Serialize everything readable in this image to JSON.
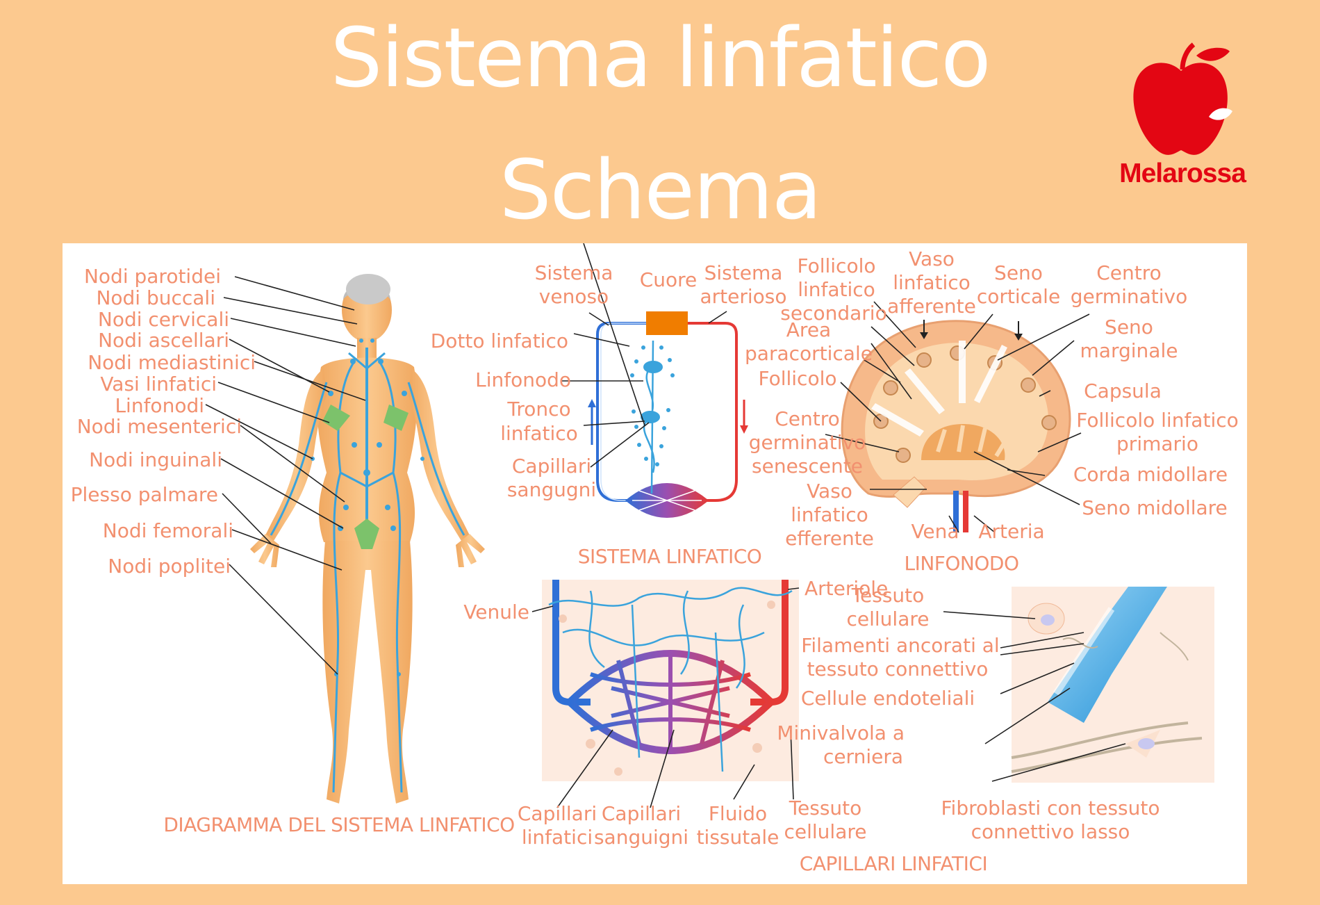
{
  "title": {
    "line1": "Sistema linfatico",
    "line2": "Schema"
  },
  "brand": {
    "name": "Melarossa",
    "color": "#e30613"
  },
  "colors": {
    "background": "#fcc98f",
    "label": "#f2906f",
    "panel": "#ffffff",
    "lymph": "#3aa3dc",
    "artery": "#e53935",
    "vein": "#2f6fd6",
    "heart": "#f07d00"
  },
  "body_diagram": {
    "caption": "DIAGRAMMA DEL SISTEMA LINFATICO",
    "labels": [
      "Nodi parotidei",
      "Nodi buccali",
      "Nodi cervicali",
      "Nodi ascellari",
      "Nodi mediastinici",
      "Vasi linfatici",
      "Linfonodi",
      "Nodi mesenterici",
      "Nodi inguinali",
      "Plesso palmare",
      "Nodi femorali",
      "Nodi poplitei"
    ]
  },
  "system_diagram": {
    "caption": "SISTEMA LINFATICO",
    "sistema_venoso": [
      "Sistema",
      "venoso"
    ],
    "cuore": "Cuore",
    "sistema_arterioso": [
      "Sistema",
      "arterioso"
    ],
    "dotto_linfatico": "Dotto linfatico",
    "linfonodo": "Linfonodo",
    "tronco_linfatico": [
      "Tronco",
      "linfatico"
    ],
    "capillari_sangugni": [
      "Capillari",
      "sangugni"
    ]
  },
  "node_diagram": {
    "caption": "LINFONODO",
    "follicolo_secondario": [
      "Follicolo",
      "linfatico",
      "secondario"
    ],
    "vaso_afferente": [
      "Vaso",
      "linfatico",
      "afferente"
    ],
    "seno_corticale": [
      "Seno",
      "corticale"
    ],
    "centro_germinativo": [
      "Centro",
      "germinativo"
    ],
    "area_paracorticale": [
      "Area",
      "paracorticale"
    ],
    "seno_marginale": [
      "Seno",
      "marginale"
    ],
    "follicolo": "Follicolo",
    "capsula": "Capsula",
    "centro_senescente": [
      "Centro",
      "germinativo",
      "senescente"
    ],
    "follicolo_primario": [
      "Follicolo linfatico",
      "primario"
    ],
    "corda_midollare": "Corda midollare",
    "vaso_efferente": [
      "Vaso",
      "linfatico",
      "efferente"
    ],
    "seno_midollare": "Seno midollare",
    "vena": "Vena",
    "arteria": "Arteria"
  },
  "capillary_diagram": {
    "caption": "CAPILLARI LINFATICI",
    "venule": "Venule",
    "arteriole": "Arteriole",
    "capillari_linfatici": [
      "Capillari",
      "linfatici"
    ],
    "capillari_sanguigni": [
      "Capillari",
      "sanguigni"
    ],
    "fluido": [
      "Fluido",
      "tissutale"
    ],
    "tessuto_cellulare_low": [
      "Tessuto",
      "cellulare"
    ],
    "tessuto_cellulare": [
      "Tessuto",
      "cellulare"
    ],
    "filamenti": [
      "Filamenti ancorati al",
      "tessuto connettivo"
    ],
    "cellule_endoteliali": "Cellule endoteliali",
    "minivalvola": [
      "Minivalvola a",
      "cerniera"
    ],
    "fibroblasti": [
      "Fibroblasti con tessuto",
      "connettivo lasso"
    ]
  }
}
